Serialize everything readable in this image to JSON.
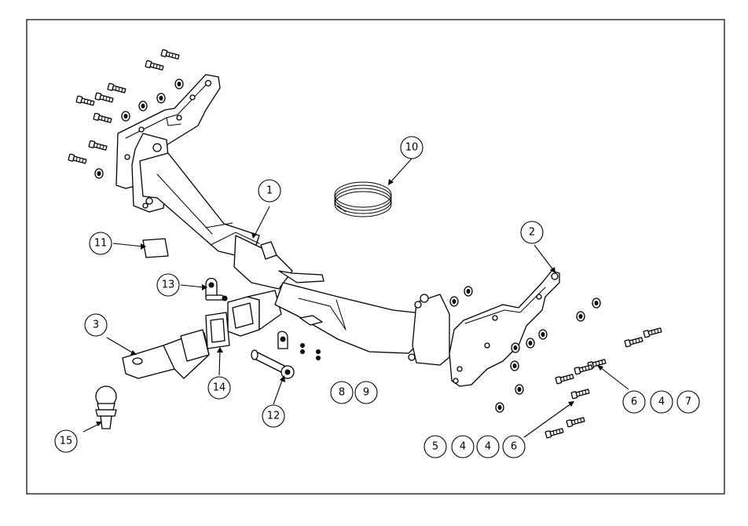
{
  "callouts": [
    {
      "id": "c1",
      "label": "1"
    },
    {
      "id": "c2",
      "label": "2"
    },
    {
      "id": "c3",
      "label": "3"
    },
    {
      "id": "c4a",
      "label": "4"
    },
    {
      "id": "c4b",
      "label": "4"
    },
    {
      "id": "c4c",
      "label": "4"
    },
    {
      "id": "c5",
      "label": "5"
    },
    {
      "id": "c6a",
      "label": "6"
    },
    {
      "id": "c6b",
      "label": "6"
    },
    {
      "id": "c7",
      "label": "7"
    },
    {
      "id": "c8",
      "label": "8"
    },
    {
      "id": "c9",
      "label": "9"
    },
    {
      "id": "c10",
      "label": "10"
    },
    {
      "id": "c11",
      "label": "11"
    },
    {
      "id": "c12",
      "label": "12"
    },
    {
      "id": "c13",
      "label": "13"
    },
    {
      "id": "c14",
      "label": "14"
    },
    {
      "id": "c15",
      "label": "15"
    }
  ],
  "colors": {
    "line": "#000000",
    "background": "#ffffff"
  }
}
